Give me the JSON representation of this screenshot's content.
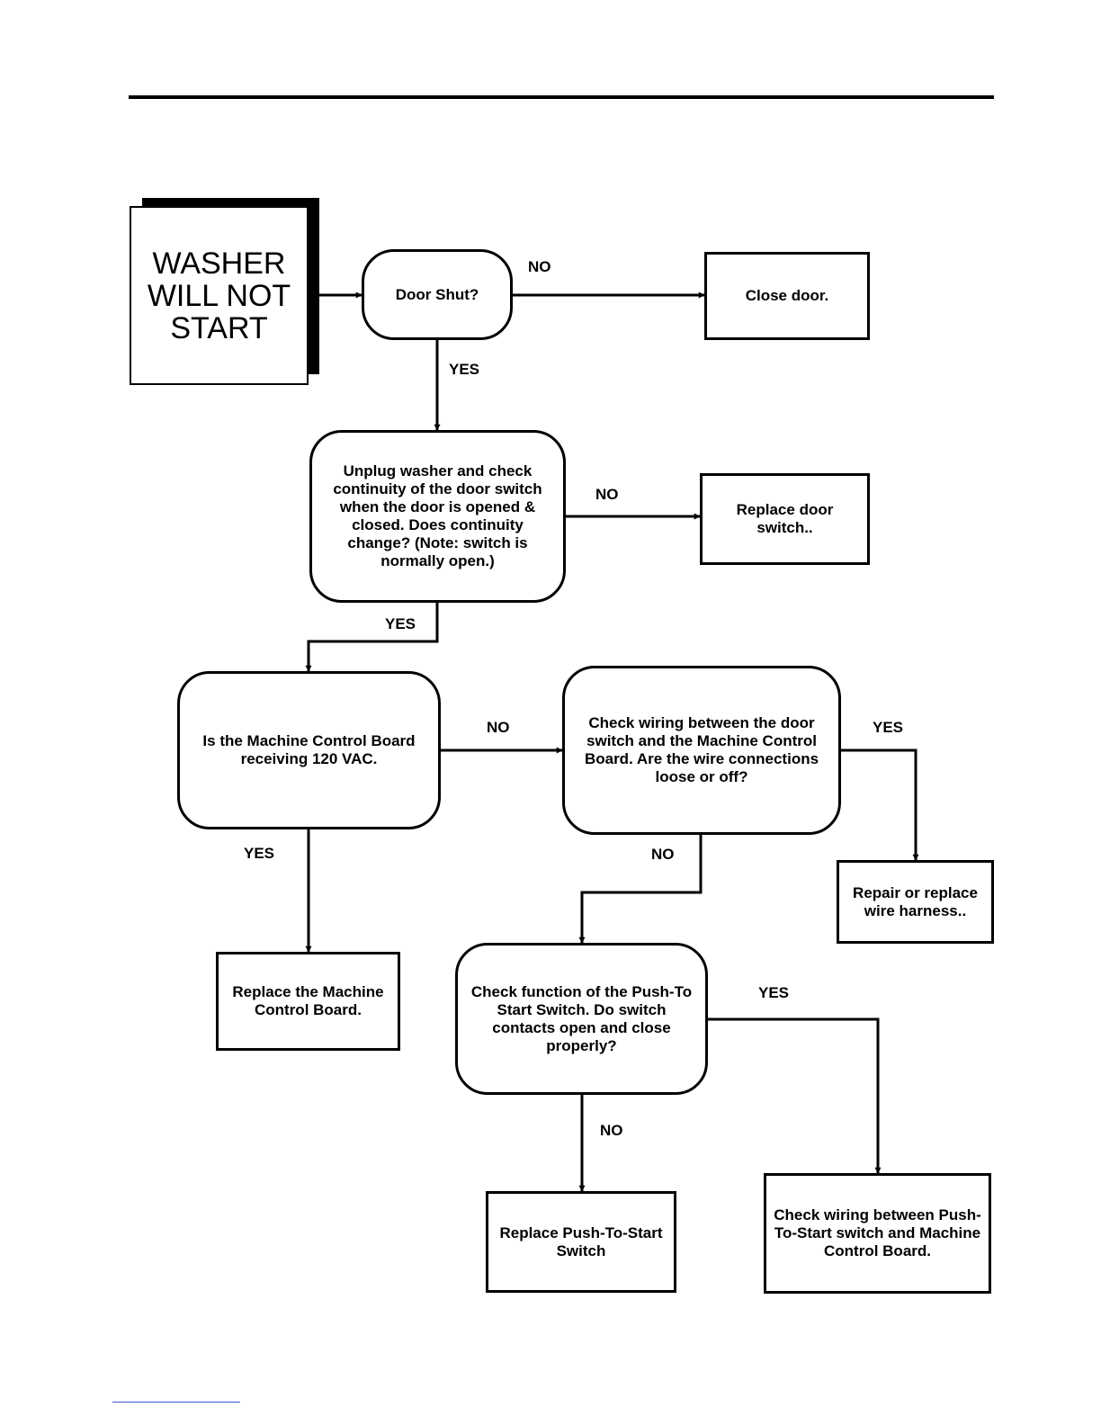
{
  "nodes": {
    "start": "WASHER\nWILL NOT\nSTART",
    "door_shut": "Door Shut?",
    "close_door": "Close door.",
    "unplug_check": "Unplug washer and check\ncontinuity of the door switch\nwhen the door is opened &\nclosed.  Does continuity\nchange? (Note: switch is\nnormally open.)",
    "replace_door_switch": "Replace door\nswitch..",
    "mcb_120vac": "Is the Machine Control Board\nreceiving 120 VAC.",
    "check_wiring_door": "Check wiring between the door\nswitch and the Machine Control\nBoard.  Are the wire connections\nloose or off?",
    "repair_harness": "Repair or replace\nwire harness..",
    "replace_mcb": "Replace the Machine\nControl Board.",
    "check_push_to_start": "Check function of the Push-To\nStart Switch.  Do switch\ncontacts open and close\nproperly?",
    "replace_push_to_start": "Replace Push-To-Start\nSwitch",
    "check_wiring_pts": "Check wiring between Push-\nTo-Start switch and Machine\nControl Board."
  },
  "labels": {
    "door_no": "NO",
    "door_yes": "YES",
    "unplug_no": "NO",
    "unplug_yes": "YES",
    "mcb_no": "NO",
    "mcb_yes": "YES",
    "wiring_yes": "YES",
    "wiring_no": "NO",
    "pts_yes": "YES",
    "pts_no": "NO"
  }
}
